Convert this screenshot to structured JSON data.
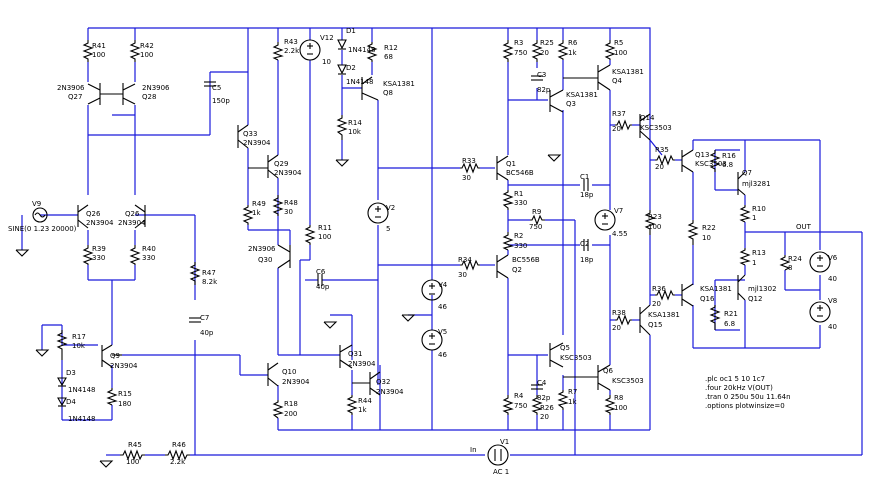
{
  "colors": {
    "wire": "#1a1adb",
    "component": "#000000",
    "background": "#ffffff"
  },
  "components": {
    "R41": {
      "ref": "R41",
      "val": "100"
    },
    "R42": {
      "ref": "R42",
      "val": "100"
    },
    "Q27": {
      "ref": "Q27",
      "val": "2N3906"
    },
    "Q28": {
      "ref": "Q28",
      "val": "2N3906"
    },
    "Q26": {
      "ref": "Q26",
      "val": "2N3904"
    },
    "Q26b": {
      "ref": "Q26",
      "val": "2N3904"
    },
    "R39": {
      "ref": "R39",
      "val": "330"
    },
    "R40": {
      "ref": "R40",
      "val": "330"
    },
    "V9": {
      "ref": "V9",
      "val": "SINE(0 1.23 20000)"
    },
    "C5": {
      "ref": "C5",
      "val": "150p"
    },
    "Q33": {
      "ref": "Q33",
      "val": "2N3904"
    },
    "R43": {
      "ref": "R43",
      "val": "2.2k"
    },
    "Q29": {
      "ref": "Q29",
      "val": "2N3904"
    },
    "R49": {
      "ref": "R49",
      "val": "1k"
    },
    "R48": {
      "ref": "R48",
      "val": "30"
    },
    "Q30": {
      "ref": "Q30",
      "val": "2N3906"
    },
    "R11": {
      "ref": "R11",
      "val": "100"
    },
    "V12": {
      "ref": "V12",
      "val": "10"
    },
    "D1": {
      "ref": "D1",
      "val": "1N4148"
    },
    "D2": {
      "ref": "D2",
      "val": "1N4148"
    },
    "R12": {
      "ref": "R12",
      "val": "68"
    },
    "Q8": {
      "ref": "Q8",
      "val": "KSA1381"
    },
    "R14": {
      "ref": "R14",
      "val": "10k"
    },
    "V2": {
      "ref": "V2",
      "val": "5"
    },
    "R47": {
      "ref": "R47",
      "val": "8.2k"
    },
    "C7": {
      "ref": "C7",
      "val": "40p"
    },
    "C6": {
      "ref": "C6",
      "val": "40p"
    },
    "R17": {
      "ref": "R17",
      "val": "10k"
    },
    "Q9": {
      "ref": "Q9",
      "val": "2N3904"
    },
    "D3": {
      "ref": "D3",
      "val": "1N4148"
    },
    "D4": {
      "ref": "D4",
      "val": "1N4148"
    },
    "R15": {
      "ref": "R15",
      "val": "180"
    },
    "Q10": {
      "ref": "Q10",
      "val": "2N3904"
    },
    "R18": {
      "ref": "R18",
      "val": "200"
    },
    "Q31": {
      "ref": "Q31",
      "val": "2N3904"
    },
    "Q32": {
      "ref": "Q32",
      "val": "2N3904"
    },
    "R44": {
      "ref": "R44",
      "val": "1k"
    },
    "R45": {
      "ref": "R45",
      "val": "100"
    },
    "R46": {
      "ref": "R46",
      "val": "2.2k"
    },
    "V4": {
      "ref": "V4",
      "val": "46"
    },
    "V5": {
      "ref": "V5",
      "val": "46"
    },
    "R33": {
      "ref": "R33",
      "val": "30"
    },
    "R34": {
      "ref": "R34",
      "val": "30"
    },
    "R3": {
      "ref": "R3",
      "val": "750"
    },
    "R25": {
      "ref": "R25",
      "val": "20"
    },
    "R6": {
      "ref": "R6",
      "val": "1k"
    },
    "R5": {
      "ref": "R5",
      "val": "100"
    },
    "C3": {
      "ref": "C3",
      "val": "82p"
    },
    "Q3": {
      "ref": "Q3",
      "val": "KSA1381"
    },
    "Q4": {
      "ref": "Q4",
      "val": "KSA1381"
    },
    "Q1": {
      "ref": "Q1",
      "val": "BC546B"
    },
    "Q2": {
      "ref": "Q2",
      "val": "BC556B"
    },
    "R1": {
      "ref": "R1",
      "val": "330"
    },
    "R9": {
      "ref": "R9",
      "val": "750"
    },
    "R2": {
      "ref": "R2",
      "val": "330"
    },
    "C1": {
      "ref": "C1",
      "val": "18p"
    },
    "C2": {
      "ref": "C2",
      "val": "18p"
    },
    "Q5": {
      "ref": "Q5",
      "val": "KSC3503"
    },
    "Q6": {
      "ref": "Q6",
      "val": "KSC3503"
    },
    "C4": {
      "ref": "C4",
      "val": "82p"
    },
    "R4": {
      "ref": "R4",
      "val": "750"
    },
    "R26": {
      "ref": "R26",
      "val": "20"
    },
    "R7": {
      "ref": "R7",
      "val": "1k"
    },
    "R8": {
      "ref": "R8",
      "val": "100"
    },
    "V7": {
      "ref": "V7",
      "val": "4.55"
    },
    "R37": {
      "ref": "R37",
      "val": "20"
    },
    "Q14": {
      "ref": "Q14",
      "val": "KSC3503"
    },
    "R23": {
      "ref": "R23",
      "val": "100"
    },
    "R38": {
      "ref": "R38",
      "val": "20"
    },
    "Q15": {
      "ref": "Q15",
      "val": "KSA1381"
    },
    "R35": {
      "ref": "R35",
      "val": "20"
    },
    "Q13": {
      "ref": "Q13",
      "val": "KSC3503"
    },
    "R16": {
      "ref": "R16",
      "val": "6.8"
    },
    "Q7": {
      "ref": "Q7",
      "val": "mjl3281"
    },
    "R10": {
      "ref": "R10",
      "val": "1"
    },
    "R22": {
      "ref": "R22",
      "val": "10"
    },
    "R13": {
      "ref": "R13",
      "val": "1"
    },
    "R24": {
      "ref": "R24",
      "val": "8"
    },
    "R36": {
      "ref": "R36",
      "val": "20"
    },
    "Q16": {
      "ref": "Q16",
      "val": "KSA1381"
    },
    "Q12": {
      "ref": "Q12",
      "val": "mjl1302"
    },
    "R21": {
      "ref": "R21",
      "val": "6.8"
    },
    "V6": {
      "ref": "V6",
      "val": "40"
    },
    "V8": {
      "ref": "V8",
      "val": "40"
    },
    "V1": {
      "ref": "V1",
      "val": "AC 1"
    }
  },
  "netlabels": {
    "out": "OUT",
    "in": "In"
  },
  "directives": [
    ".plc oc1 5 10 1c7",
    ".four 20kHz V(OUT)",
    ".tran 0 250u 50u 11.64n",
    ".options plotwinsize=0"
  ]
}
